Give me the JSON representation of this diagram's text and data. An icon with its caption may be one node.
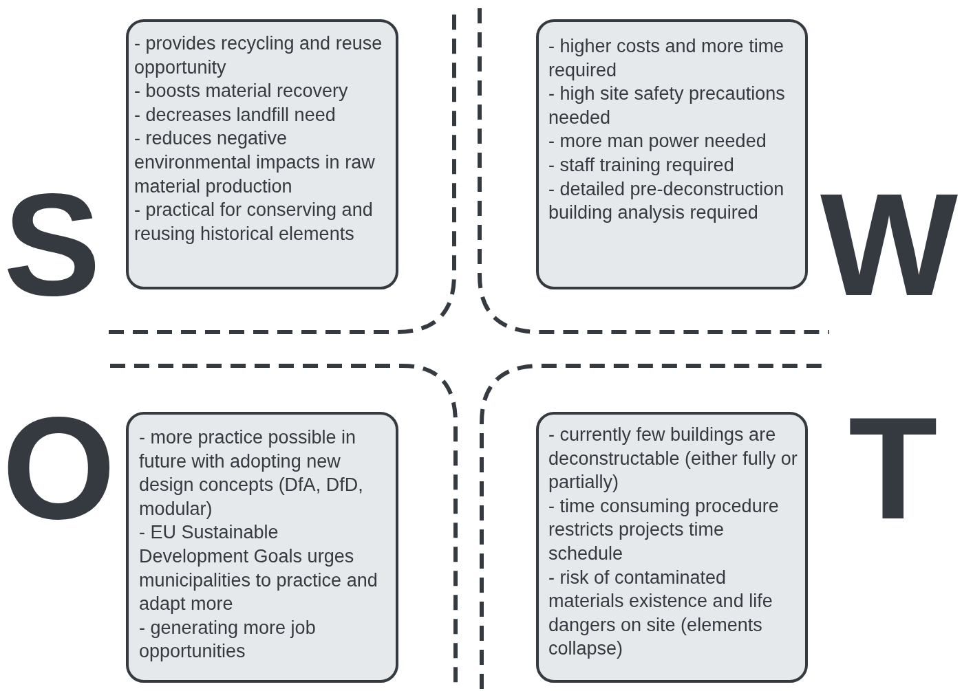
{
  "diagram": {
    "nodes": [
      {
        "text": [
          "- provides recycling and reuse opportunity",
          "- boosts material recovery",
          "- decreases landfill need",
          "- reduces negative environmental impacts in raw material production",
          "- practical for conserving and reusing historical elements"
        ]
      },
      {
        "text": [
          "- higher costs and more time required",
          "- high site safety precautions needed",
          "- more man power needed",
          "- staff training required",
          "- detailed pre-deconstruction building analysis required"
        ]
      },
      {
        "text": [
          "- more practice possible in future with adopting new design concepts (DfA, DfD, modular)",
          "- EU Sustainable Development Goals urges municipalities to practice and adapt more",
          "- generating more job opportunities"
        ]
      },
      {
        "text": [
          "- currently few buildings are deconstructable (either fully or partially)",
          "- time consuming procedure restricts projects time schedule",
          "- risk of contaminated materials existence and life dangers on site (elements collapse)"
        ]
      }
    ],
    "labels": [
      "S",
      "W",
      "O",
      "T"
    ]
  }
}
